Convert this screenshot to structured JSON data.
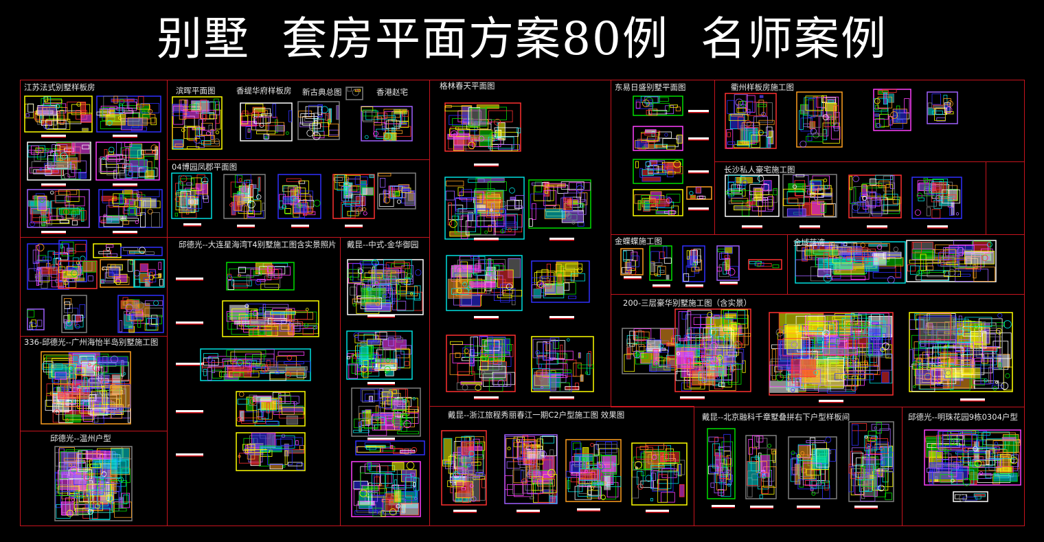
{
  "title": "别墅  套房平面方案80例  名师案例",
  "colors": {
    "background": "#000000",
    "frame": "#c8141e",
    "label": "#e6e6e6",
    "cad": [
      "#ffffff",
      "#ff3030",
      "#00e000",
      "#3030ff",
      "#ffff00",
      "#00e0e0",
      "#ff40ff",
      "#ffa020",
      "#a060ff",
      "#808080"
    ]
  },
  "panels": [
    {
      "id": "jiangsu",
      "label": "江苏法式别墅样板房"
    },
    {
      "id": "binhui",
      "label": "滨晖平面图"
    },
    {
      "id": "xiangti",
      "label": "香缇华府样板房"
    },
    {
      "id": "xingudian",
      "label": "新古典总图"
    },
    {
      "id": "xianggang",
      "label": "香港赵宅"
    },
    {
      "id": "bolin",
      "label": "格林春天平面图"
    },
    {
      "id": "dongyi",
      "label": "东易日盛别墅平面图"
    },
    {
      "id": "quzhou",
      "label": "衢州样板房施工图"
    },
    {
      "id": "changsha",
      "label": "长沙私人豪宅施工图"
    },
    {
      "id": "boyuan",
      "label": "04博园凤郡平面图"
    },
    {
      "id": "daliangxing",
      "label": "邱德光--大连星海湾T4别墅施工图含实景照片"
    },
    {
      "id": "jinhua",
      "label": "戴昆--中式-金华御园"
    },
    {
      "id": "jindie",
      "label": "金蝶蝶施工图"
    },
    {
      "id": "jinyu",
      "label": "金域蓝湾"
    },
    {
      "id": "haoh200",
      "label": "200-三层豪华别墅施工图（含实景）"
    },
    {
      "id": "guangzhou",
      "label": "336-邱德光--广州海怡半岛别墅施工图"
    },
    {
      "id": "wenzhou",
      "label": "邱德光--温州户型"
    },
    {
      "id": "zhejiang",
      "label": "戴昆--浙江旅程秀丽春江一期C2户型施工图 效果图"
    },
    {
      "id": "beijing",
      "label": "戴昆--北京融科千章墅叠拼右下户型样板间"
    },
    {
      "id": "mingzhu",
      "label": "邱德光--明珠花园9栋0304户型"
    }
  ]
}
